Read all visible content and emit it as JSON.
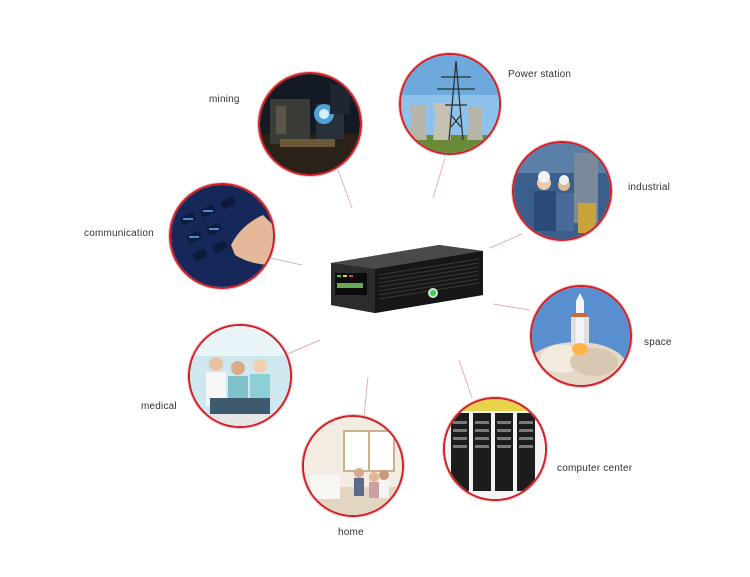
{
  "applications": [
    {
      "id": "mining",
      "label": "mining",
      "icon": "mining-scene-icon"
    },
    {
      "id": "power-station",
      "label": "Power station",
      "icon": "power-tower-icon"
    },
    {
      "id": "industrial",
      "label": "industrial",
      "icon": "industrial-workers-icon"
    },
    {
      "id": "communication",
      "label": "communication",
      "icon": "keypad-icon"
    },
    {
      "id": "space",
      "label": "space",
      "icon": "rocket-launch-icon"
    },
    {
      "id": "medical",
      "label": "medical",
      "icon": "medical-team-icon"
    },
    {
      "id": "home",
      "label": "home",
      "icon": "living-room-icon"
    },
    {
      "id": "computer-center",
      "label": "computer center",
      "icon": "server-racks-icon"
    }
  ],
  "colors": {
    "ring": "#d21d25",
    "connector": "#e9b8bb",
    "text": "#333333",
    "device": "#1b1b1b"
  }
}
